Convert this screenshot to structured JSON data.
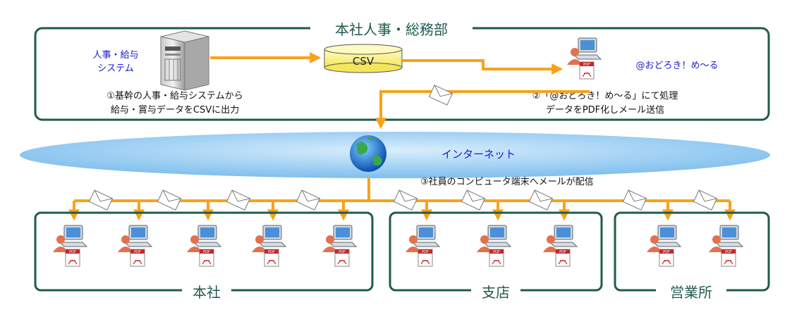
{
  "headquarters": {
    "title": "本社人事・総務部",
    "system_label_line1": "人事・給与",
    "system_label_line2": "システム",
    "csv_label": "CSV",
    "app_label": "@おどろき！め～る",
    "step1_line1": "①基幹の人事・給与システムから",
    "step1_line2": "給与・賞与データをCSVに出力",
    "step2_line1": "②「@おどろき！め～る」にて処理",
    "step2_line2": "データをPDF化しメール送信"
  },
  "internet": {
    "label": "インターネット"
  },
  "step3": "③社員のコンピュータ端末へメールが配信",
  "offices": [
    {
      "name": "本社",
      "terminals": 5
    },
    {
      "name": "支店",
      "terminals": 3
    },
    {
      "name": "営業所",
      "terminals": 2
    }
  ],
  "pdf_badge": "PDF",
  "colors": {
    "frame": "#1f5a4e",
    "arrow": "#f7a21b",
    "cloud": "#8ec9f0",
    "csv": "#fff58a",
    "system_label": "#1a1ad6",
    "app_label": "#1a1ad6",
    "user": "#e0704a"
  }
}
